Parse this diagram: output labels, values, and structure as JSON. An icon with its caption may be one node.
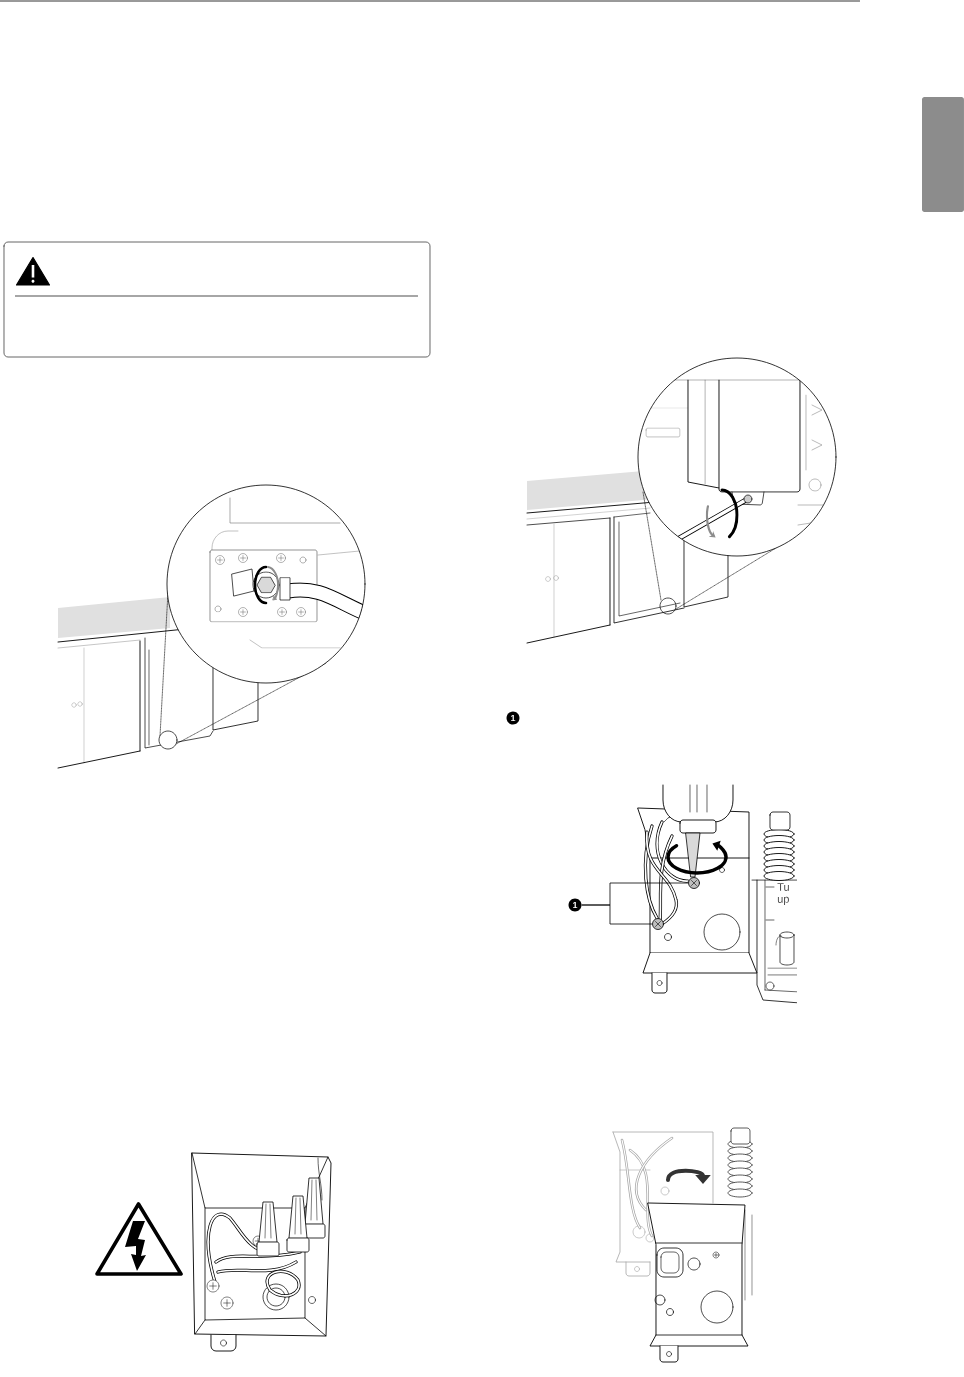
{
  "diagram": {
    "nodes": [
      {
        "text": [],
        "shape": "box"
      },
      {
        "text": [
          "1"
        ]
      },
      {
        "text": [],
        "shape": "circle"
      },
      {
        "text": [],
        "shape": "circle"
      }
    ],
    "edges": [
      {
        "from": 1,
        "to": 2,
        "arrow": "none"
      },
      {
        "from": 1,
        "to": 3,
        "arrow": "none"
      }
    ],
    "labels": [
      "1",
      "Tu up"
    ]
  }
}
